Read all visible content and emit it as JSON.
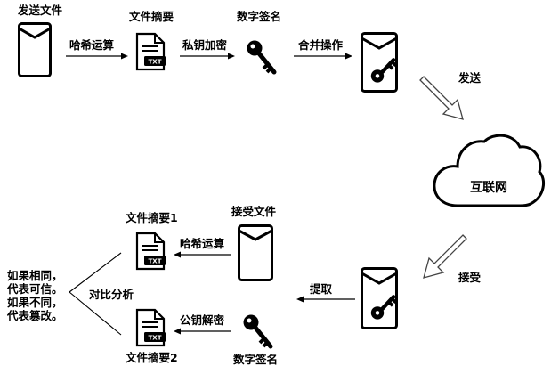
{
  "labels": {
    "send_file": "发送文件",
    "digest": "文件摘要",
    "signature": "数字签名",
    "hash_op": "哈希运算",
    "private_encrypt": "私钥加密",
    "merge": "合并操作",
    "send": "发送",
    "internet": "互联网",
    "receive": "接受",
    "extract": "提取",
    "received_file": "接受文件",
    "digest1": "文件摘要1",
    "hash_op2": "哈希运算",
    "public_decrypt": "公钥解密",
    "signature2": "数字签名",
    "digest2": "文件摘要2",
    "compare": "对比分析",
    "conclusion": "如果相同，\n代表可信。\n如果不同，\n代表篡改。"
  },
  "icons": {
    "doc_badge": "TXT"
  }
}
